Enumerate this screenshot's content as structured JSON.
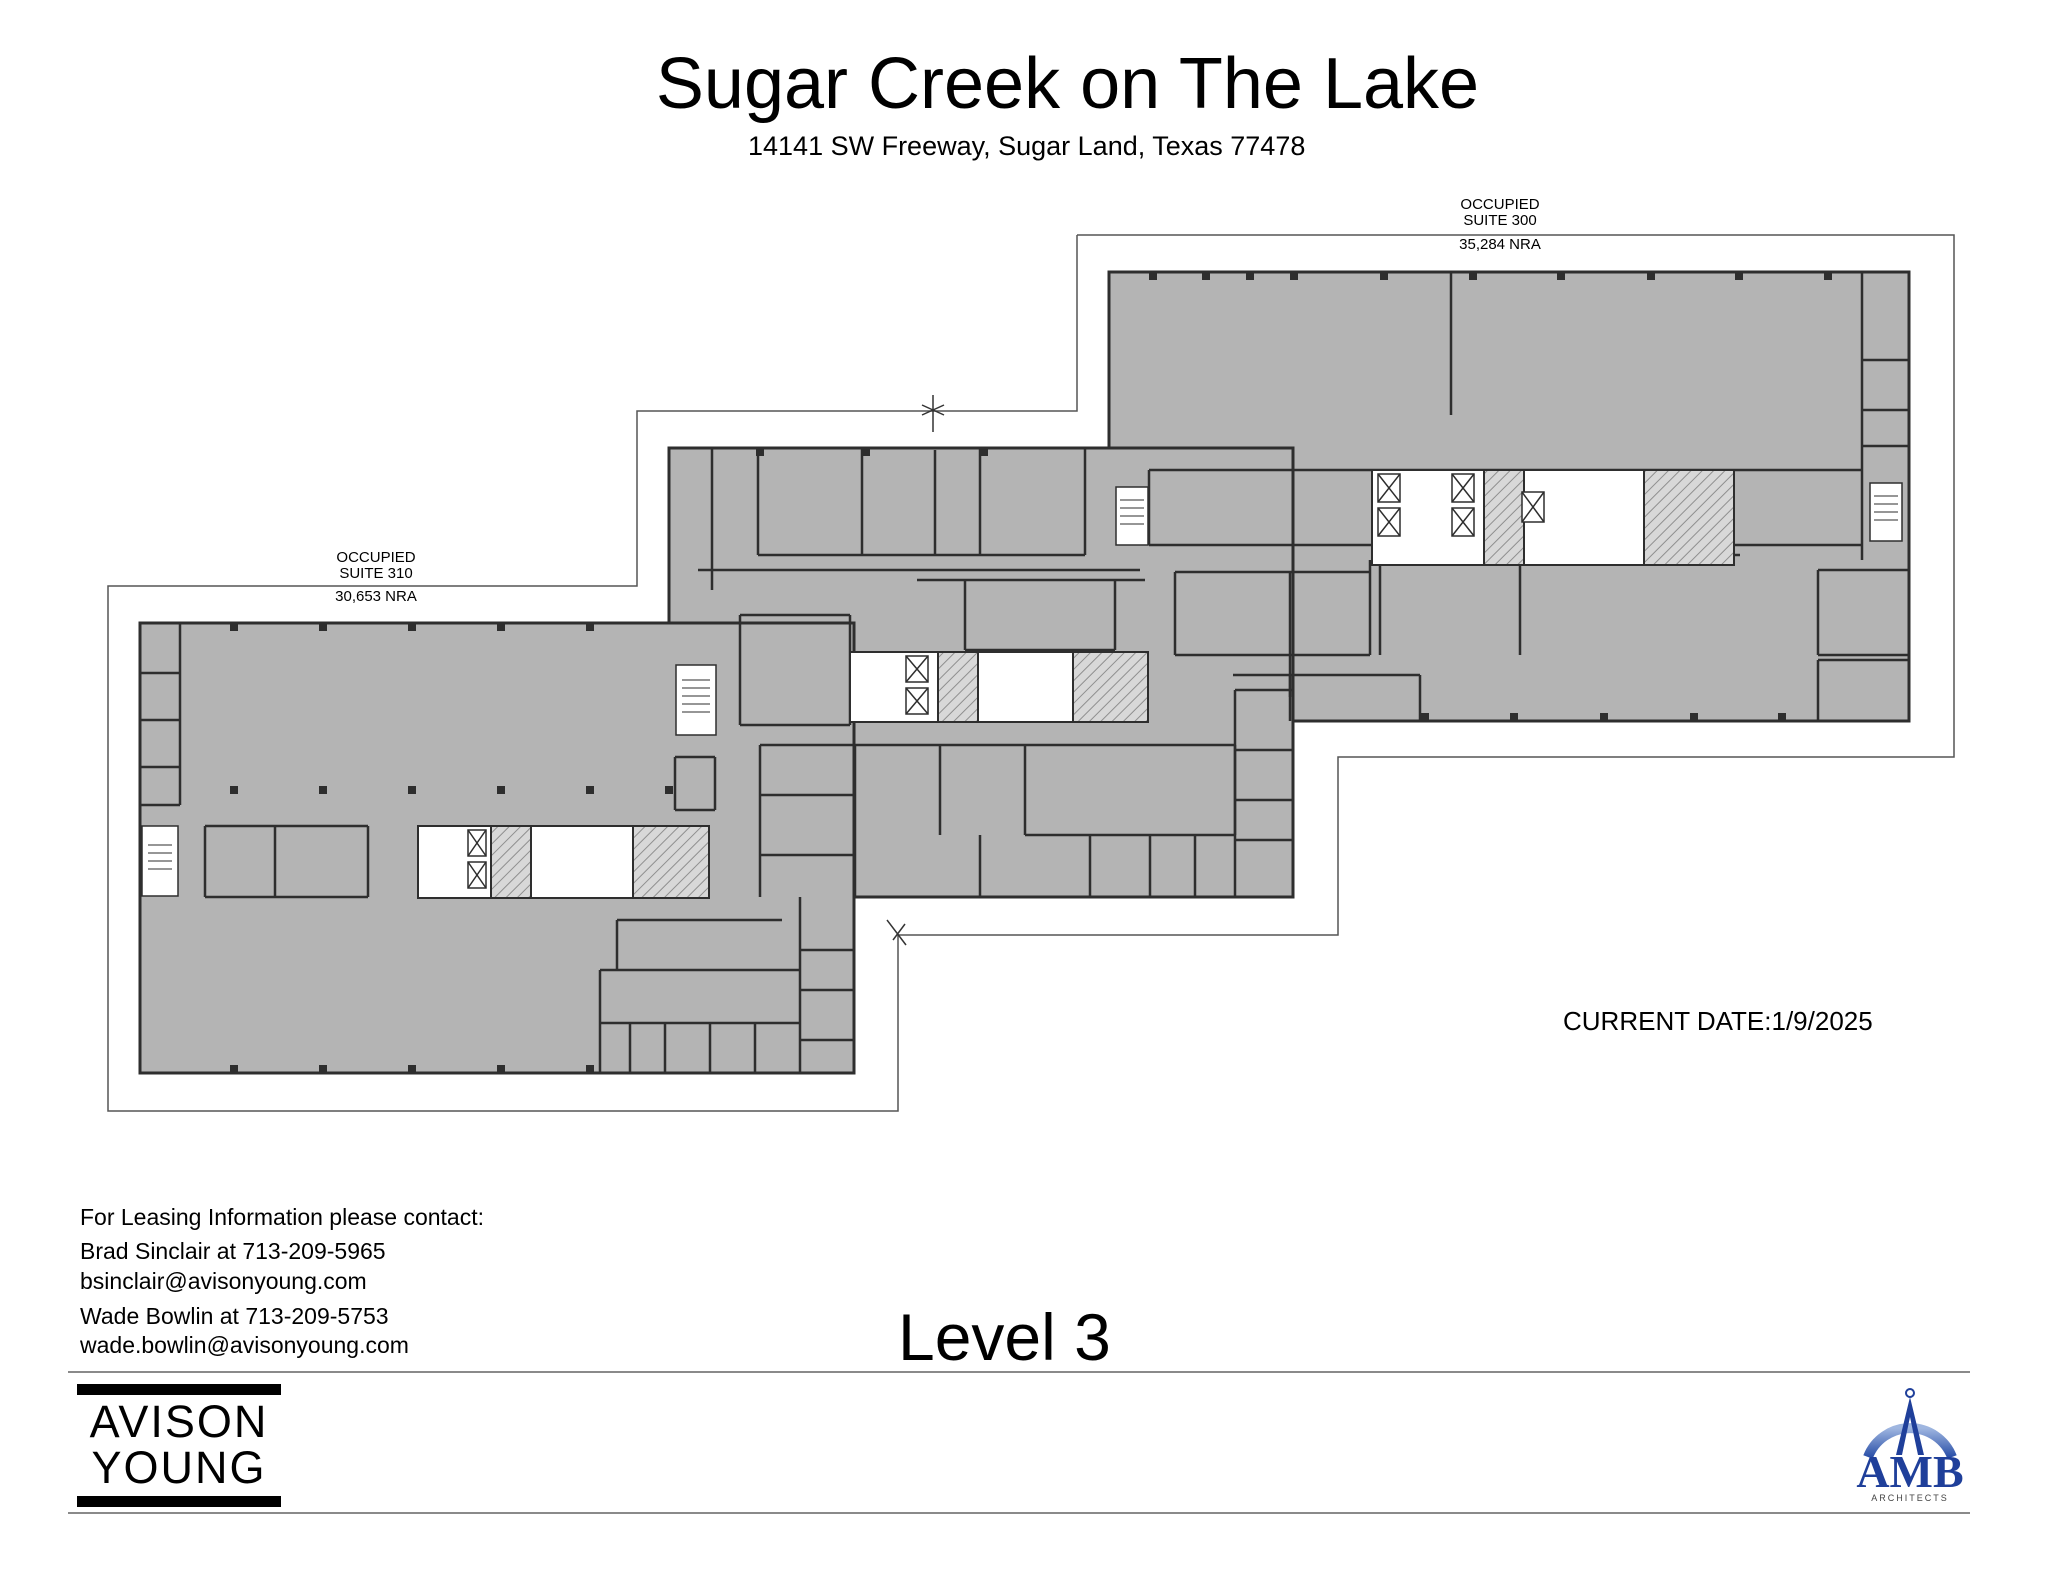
{
  "header": {
    "title": "Sugar Creek on The Lake",
    "address": "14141 SW Freeway, Sugar Land, Texas 77478"
  },
  "floor_plan": {
    "level_label": "Level 3",
    "suites": [
      {
        "status": "OCCUPIED",
        "suite": "SUITE 300",
        "area": "35,284 NRA"
      },
      {
        "status": "OCCUPIED",
        "suite": "SUITE 310",
        "area": "30,653 NRA"
      }
    ],
    "colors": {
      "occupied_fill": "#b4b4b4",
      "wall": "#3a3a3a",
      "core_fill": "#ffffff",
      "boundary_line": "#555555"
    }
  },
  "current_date": "CURRENT DATE:1/9/2025",
  "contact": {
    "heading": "For Leasing Information please contact:",
    "agents": [
      {
        "line": "Brad Sinclair at 713-209-5965",
        "email": "bsinclair@avisonyoung.com"
      },
      {
        "line": "Wade Bowlin at 713-209-5753",
        "email": "wade.bowlin@avisonyoung.com"
      }
    ]
  },
  "logos": {
    "avison_young": {
      "line1": "AVISON",
      "line2": "YOUNG"
    },
    "amb": {
      "mark": "AMB",
      "subtitle": "ARCHITECTS",
      "color": "#1f3f9a"
    }
  }
}
